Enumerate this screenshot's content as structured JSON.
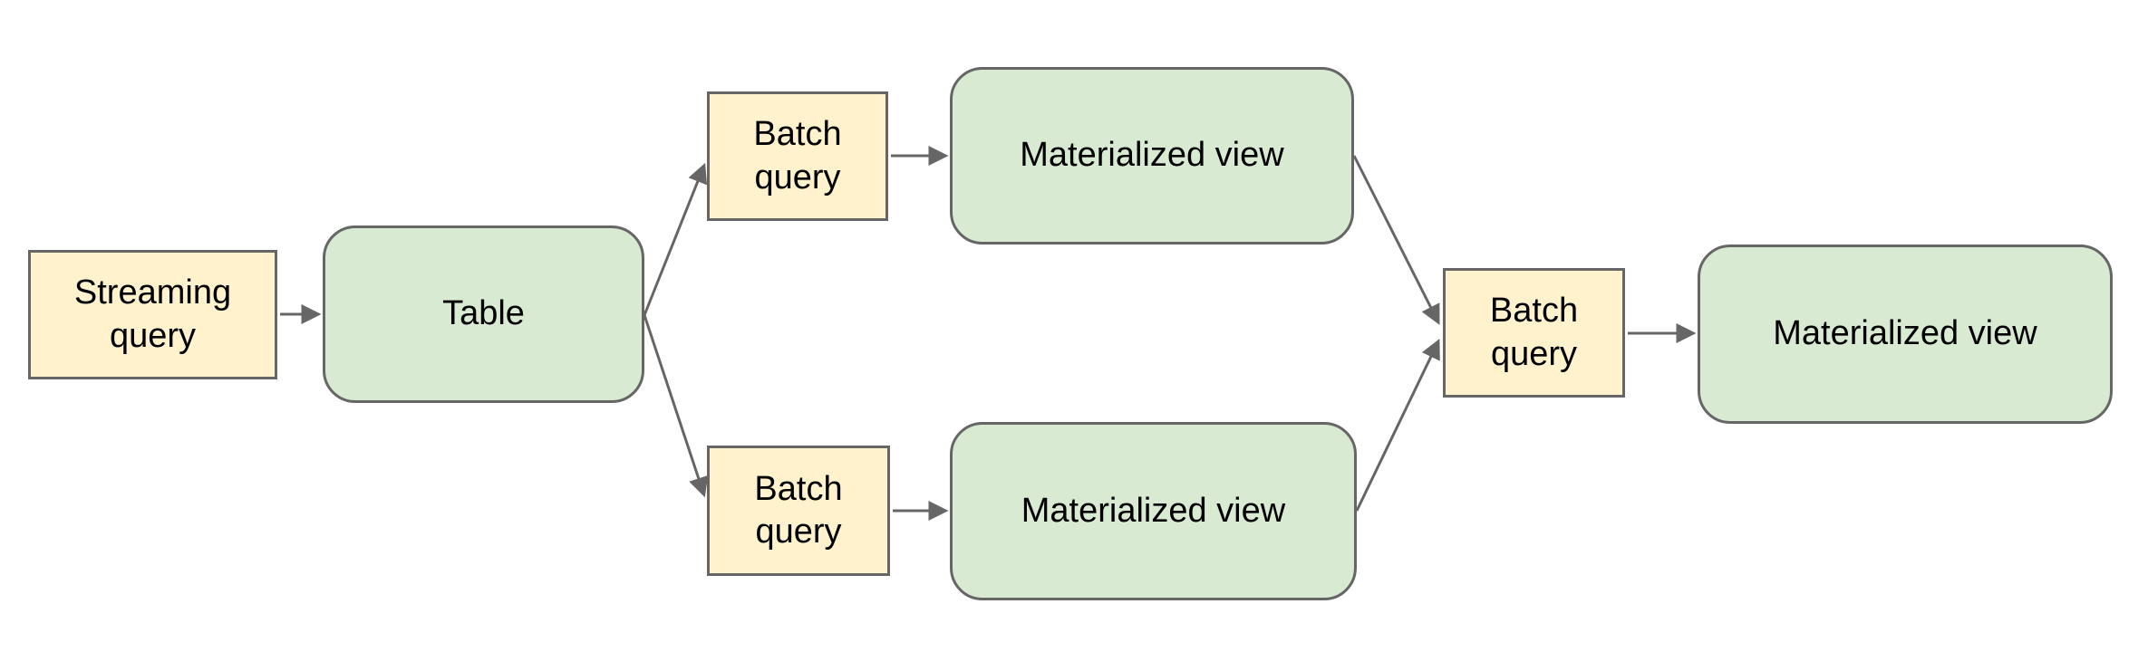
{
  "diagram": {
    "background_color": "#ffffff",
    "colors": {
      "background": "#ffffff",
      "query_fill": "#fff2cc",
      "view_fill": "#d9ead3",
      "border": "#666666",
      "arrow": "#666666",
      "text": "#000000"
    },
    "nodes": [
      {
        "id": "streaming-query",
        "label": "Streaming query",
        "shape": "rectangle",
        "fill": "#fff2cc"
      },
      {
        "id": "table",
        "label": "Table",
        "shape": "rounded-rectangle",
        "fill": "#d9ead3"
      },
      {
        "id": "batch-query-top",
        "label": "Batch query",
        "shape": "rectangle",
        "fill": "#fff2cc"
      },
      {
        "id": "materialized-view-top",
        "label": "Materialized view",
        "shape": "rounded-rectangle",
        "fill": "#d9ead3"
      },
      {
        "id": "batch-query-bottom",
        "label": "Batch query",
        "shape": "rectangle",
        "fill": "#fff2cc"
      },
      {
        "id": "materialized-view-bottom",
        "label": "Materialized view",
        "shape": "rounded-rectangle",
        "fill": "#d9ead3"
      },
      {
        "id": "batch-query-right",
        "label": "Batch query",
        "shape": "rectangle",
        "fill": "#fff2cc"
      },
      {
        "id": "materialized-view-right",
        "label": "Materialized view",
        "shape": "rounded-rectangle",
        "fill": "#d9ead3"
      }
    ],
    "edges": [
      {
        "from": "streaming-query",
        "to": "table",
        "style": "arrow"
      },
      {
        "from": "table",
        "to": "batch-query-top",
        "style": "arrow"
      },
      {
        "from": "table",
        "to": "batch-query-bottom",
        "style": "arrow"
      },
      {
        "from": "batch-query-top",
        "to": "materialized-view-top",
        "style": "arrow"
      },
      {
        "from": "batch-query-bottom",
        "to": "materialized-view-bottom",
        "style": "arrow"
      },
      {
        "from": "materialized-view-top",
        "to": "batch-query-right",
        "style": "arrow"
      },
      {
        "from": "materialized-view-bottom",
        "to": "batch-query-right",
        "style": "arrow"
      },
      {
        "from": "batch-query-right",
        "to": "materialized-view-right",
        "style": "arrow"
      }
    ]
  }
}
